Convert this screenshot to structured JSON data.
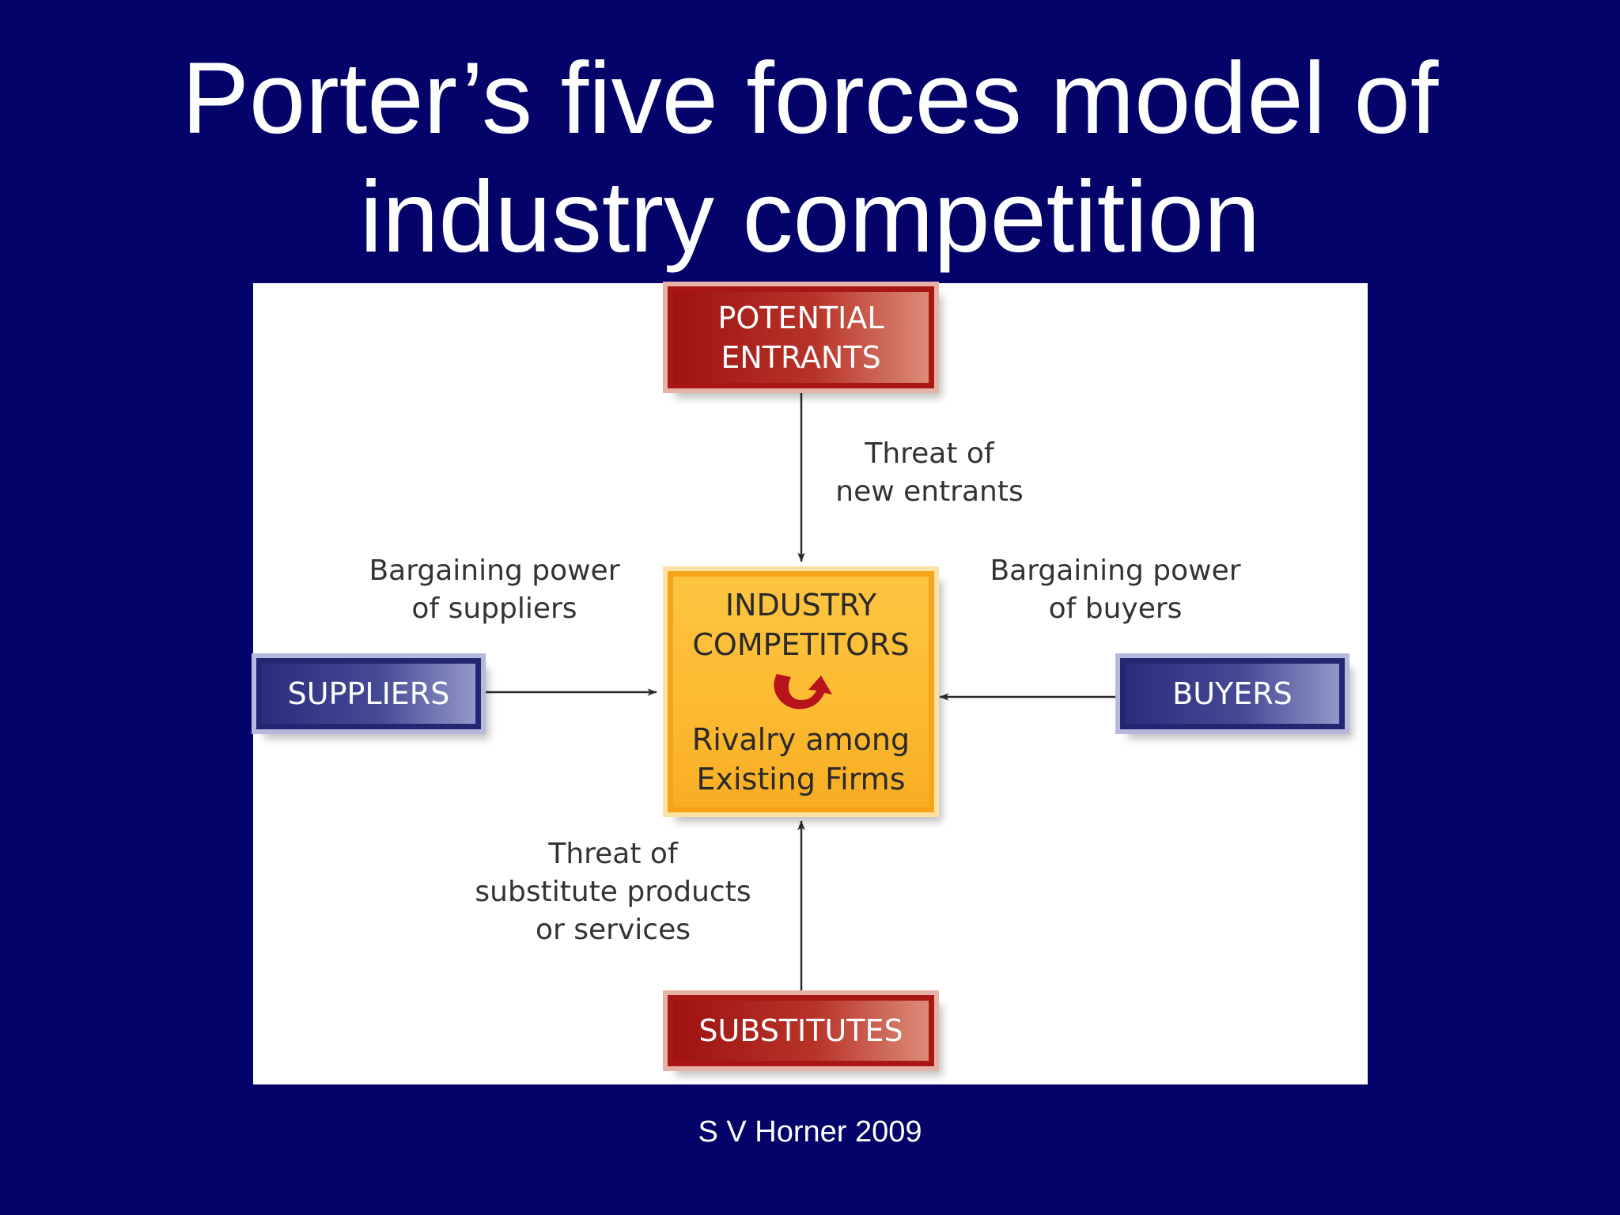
{
  "slide": {
    "title_line1": "Porter’s five forces model of",
    "title_line2": "industry competition",
    "footer": "S V Horner 2009"
  },
  "diagram": {
    "nodes": {
      "potential_entrants": {
        "line1": "POTENTIAL",
        "line2": "ENTRANTS",
        "color": "#a81616"
      },
      "industry_competitors": {
        "line1": "INDUSTRY",
        "line2": "COMPETITORS",
        "line3": "Rivalry among",
        "line4": "Existing Firms",
        "icon": "rivalry-cycle-arrow-icon",
        "color": "#fcba30"
      },
      "suppliers": {
        "label": "SUPPLIERS",
        "color": "#2a2d7c"
      },
      "buyers": {
        "label": "BUYERS",
        "color": "#2a2d7c"
      },
      "substitutes": {
        "label": "SUBSTITUTES",
        "color": "#a81616"
      }
    },
    "edges": {
      "threat_new_entrants": {
        "line1": "Threat of",
        "line2": "new entrants"
      },
      "supplier_power": {
        "line1": "Bargaining power",
        "line2": "of suppliers"
      },
      "buyer_power": {
        "line1": "Bargaining power",
        "line2": "of buyers"
      },
      "threat_substitutes": {
        "line1": "Threat of",
        "line2": "substitute products",
        "line3": "or services"
      }
    }
  }
}
